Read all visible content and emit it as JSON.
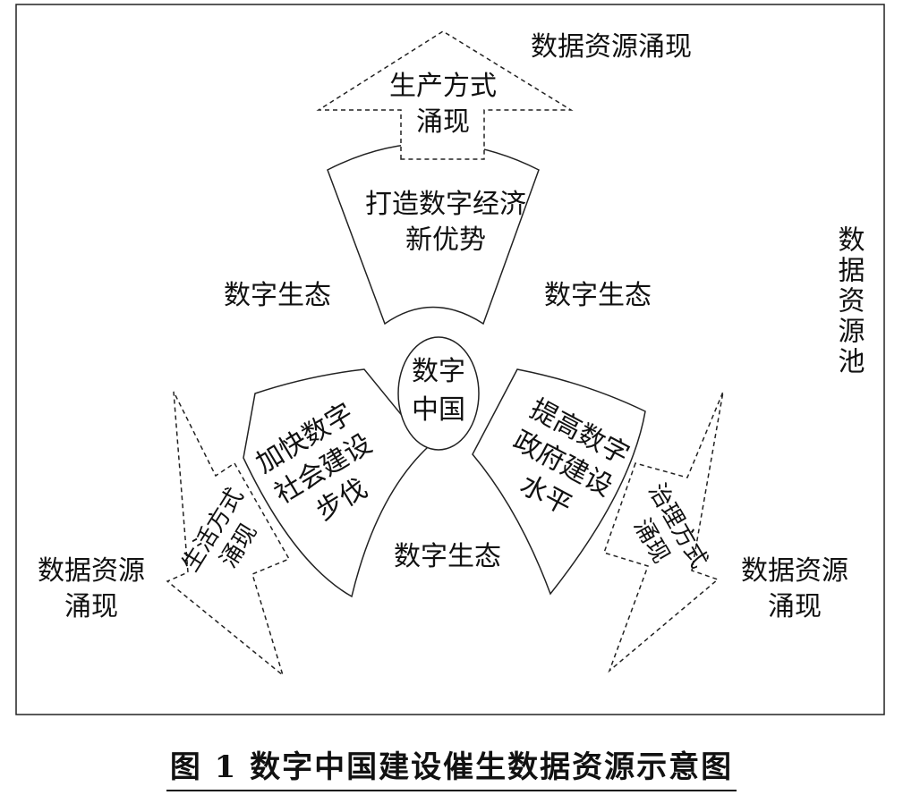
{
  "diagram": {
    "center": {
      "line1": "数字",
      "line2": "中国"
    },
    "sectors": [
      {
        "id": "economy",
        "line1": "打造数字经济",
        "line2": "新优势",
        "line3": ""
      },
      {
        "id": "society",
        "line1": "加快数字",
        "line2": "社会建设",
        "line3": "步伐"
      },
      {
        "id": "government",
        "line1": "提高数字",
        "line2": "政府建设",
        "line3": "水平"
      }
    ],
    "arrows": [
      {
        "id": "production",
        "line1": "生产方式",
        "line2": "涌现"
      },
      {
        "id": "living",
        "line1": "生活方式",
        "line2": "涌现"
      },
      {
        "id": "governance",
        "line1": "治理方式",
        "line2": "涌现"
      }
    ],
    "ecology_label": "数字生态",
    "resource_emerge_top": "数据资源涌现",
    "resource_emerge_left": {
      "line1": "数据资源",
      "line2": "涌现"
    },
    "resource_emerge_right": {
      "line1": "数据资源",
      "line2": "涌现"
    },
    "resource_pool": "数据资源池"
  },
  "caption": "图 1  数字中国建设催生数据资源示意图"
}
